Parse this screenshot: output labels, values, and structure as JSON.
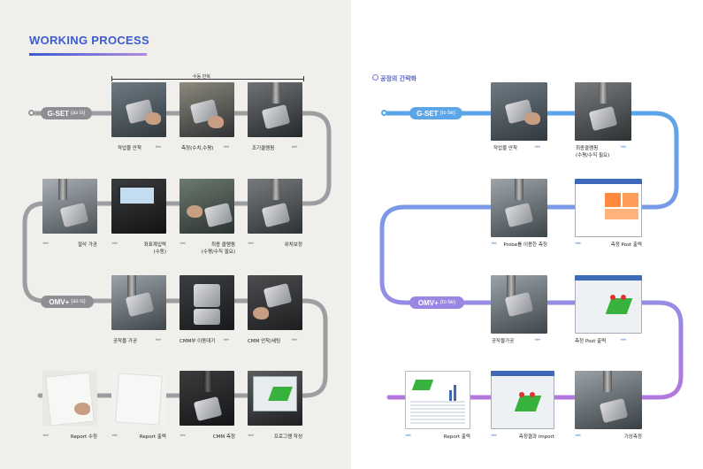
{
  "left": {
    "title": "WORKING PROCESS",
    "repeat_label": "수동 반복",
    "pill_gset": {
      "name": "G-SET",
      "tag": "(as is)"
    },
    "pill_omv": {
      "name": "OMV+",
      "tag": "(as is)"
    },
    "row1": [
      {
        "caption": "작업물 안착"
      },
      {
        "caption": "측정(수치,수평)"
      },
      {
        "caption": "조기클램핑"
      }
    ],
    "row2": [
      {
        "caption": "절삭 가공"
      },
      {
        "caption": "좌표계입력\n(수동)"
      },
      {
        "caption": "최종 클램핑\n(수평/수직 필요)"
      },
      {
        "caption": "위치보정"
      }
    ],
    "row3": [
      {
        "caption": "공작물 가공"
      },
      {
        "caption": "CMM부 이동대기"
      },
      {
        "caption": "CMM 안착/세팅"
      }
    ],
    "row4": [
      {
        "caption": "Report 수정"
      },
      {
        "caption": "Report 출력"
      },
      {
        "caption": "CMM 측정"
      },
      {
        "caption": "프로그램 작성"
      }
    ]
  },
  "right": {
    "subtitle": "공정의 간략화",
    "pill_gset": {
      "name": "G-SET",
      "tag": "(to be)"
    },
    "pill_omv": {
      "name": "OMV+",
      "tag": "(to be)"
    },
    "row1": [
      {
        "caption": "작업물 안착"
      },
      {
        "caption": "최종클램핑\n(수평/수직 필요)"
      }
    ],
    "row2": [
      {
        "caption": "Probe를 이용한 측정"
      },
      {
        "caption": "측정 Post 출력"
      }
    ],
    "row3": [
      {
        "caption": "공작물가공"
      },
      {
        "caption": "측정 Post 출력"
      }
    ],
    "row4": [
      {
        "caption": "Report 출력"
      },
      {
        "caption": "측정결과 import"
      },
      {
        "caption": "기상측정"
      }
    ]
  },
  "arrows": {
    "right": "▸▸▸",
    "left": "◂◂◂"
  },
  "colors": {
    "title": "#3b5ccf",
    "left_line": "#9c9ea1",
    "right_line_blue": "#5ba6e8",
    "right_line_purple": "#9a86e3"
  }
}
